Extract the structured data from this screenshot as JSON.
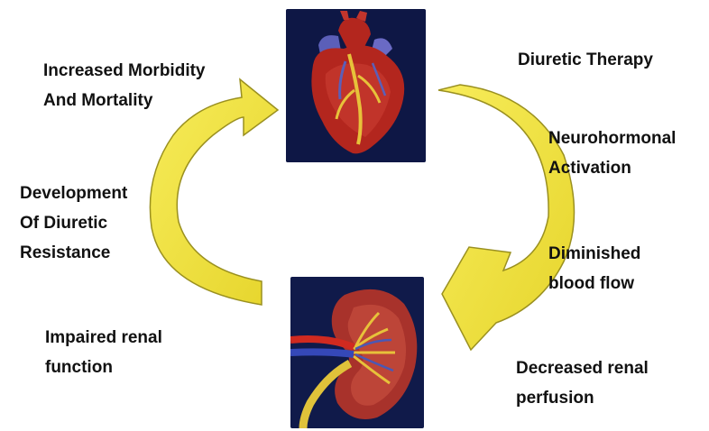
{
  "diagram": {
    "labels": {
      "increased_morbidity": "Increased Morbidity\nAnd Mortality",
      "diuretic_therapy": "Diuretic Therapy",
      "neurohormonal_activation": "Neurohormonal\nActivation",
      "development_of_resistance": "Development\nOf Diuretic\nResistance",
      "diminished_blood_flow": "Diminished\nblood flow",
      "impaired_renal_function": "Impaired renal\nfunction",
      "decreased_renal_perfusion": "Decreased renal\n perfusion"
    },
    "colors": {
      "arrow_fill": "#f2e33a",
      "arrow_stroke": "#9a9020",
      "panel_background": "#101a4a",
      "heart": "#b3261e",
      "kidney": "#a8322b"
    },
    "icons": {
      "heart": "heart-illustration",
      "kidney": "kidney-illustration"
    }
  }
}
